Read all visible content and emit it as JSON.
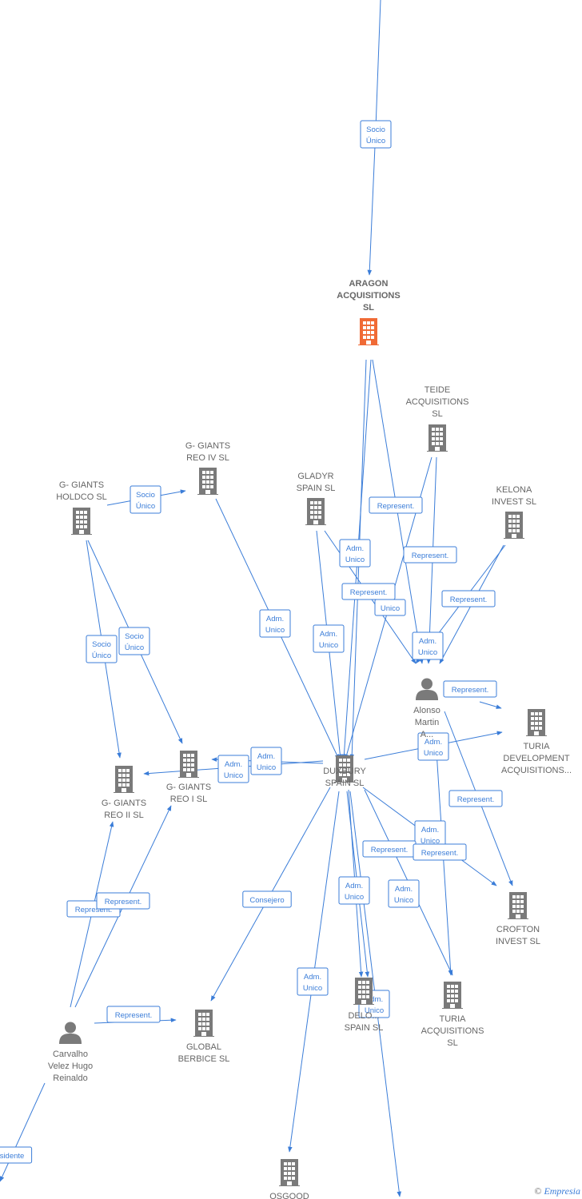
{
  "colors": {
    "edge": "#3b7dd8",
    "company": "#7a7a7a",
    "focus": "#f06a35",
    "person": "#7a7a7a"
  },
  "nodes": [
    {
      "id": "aragon",
      "type": "company",
      "focus": true,
      "label": [
        "ARAGON",
        "ACQUISITIONS",
        "SL"
      ]
    },
    {
      "id": "teide",
      "type": "company",
      "label": [
        "TEIDE",
        "ACQUISITIONS",
        "SL"
      ]
    },
    {
      "id": "kelona",
      "type": "company",
      "label": [
        "KELONA",
        "INVEST SL"
      ]
    },
    {
      "id": "gladyr",
      "type": "company",
      "label": [
        "GLADYR",
        "SPAIN SL"
      ]
    },
    {
      "id": "giants_iv",
      "type": "company",
      "label": [
        "G- GIANTS",
        "REO IV SL"
      ]
    },
    {
      "id": "giants_holdco",
      "type": "company",
      "label": [
        "G- GIANTS",
        "HOLDCO SL"
      ]
    },
    {
      "id": "alonso",
      "type": "person",
      "label": [
        "Alonso",
        "Martin",
        "A..."
      ]
    },
    {
      "id": "turia_dev",
      "type": "company",
      "label": [
        "TURIA",
        "DEVELOPMENT",
        "ACQUISITIONS..."
      ]
    },
    {
      "id": "duxbury",
      "type": "company",
      "label": [
        "DUXBURY",
        "SPAIN SL"
      ]
    },
    {
      "id": "giants_i",
      "type": "company",
      "label": [
        "G- GIANTS",
        "REO I SL"
      ]
    },
    {
      "id": "giants_ii",
      "type": "company",
      "label": [
        "G- GIANTS",
        "REO II SL"
      ]
    },
    {
      "id": "crofton",
      "type": "company",
      "label": [
        "CROFTON",
        "INVEST SL"
      ]
    },
    {
      "id": "turia_acq",
      "type": "company",
      "label": [
        "TURIA",
        "ACQUISITIONS",
        "SL"
      ]
    },
    {
      "id": "delorme",
      "type": "company",
      "label": [
        "DELO...",
        "SPAIN SL"
      ]
    },
    {
      "id": "global",
      "type": "company",
      "label": [
        "GLOBAL",
        "BERBICE SL"
      ]
    },
    {
      "id": "carvalho",
      "type": "person",
      "label": [
        "Carvalho",
        "Velez Hugo",
        "Reinaldo"
      ]
    },
    {
      "id": "osgood",
      "type": "company",
      "label": [
        "OSGOOD"
      ]
    }
  ],
  "edge_labels": [
    {
      "lines": [
        "Socio",
        "Único"
      ]
    },
    {
      "lines": [
        "Socio",
        "Único"
      ]
    },
    {
      "lines": [
        "Represent."
      ]
    },
    {
      "lines": [
        "Adm.",
        "Unico"
      ]
    },
    {
      "lines": [
        "Represent."
      ]
    },
    {
      "lines": [
        "Represent."
      ]
    },
    {
      "lines": [
        "Represent."
      ]
    },
    {
      "lines": [
        "Unico"
      ]
    },
    {
      "lines": [
        "Adm.",
        "Unico"
      ]
    },
    {
      "lines": [
        "Adm.",
        "Unico"
      ]
    },
    {
      "lines": [
        "Adm.",
        "Unico"
      ]
    },
    {
      "lines": [
        "Represent."
      ]
    },
    {
      "lines": [
        "Socio",
        "Único"
      ]
    },
    {
      "lines": [
        "Socio",
        "Único"
      ]
    },
    {
      "lines": [
        "Adm.",
        "Unico"
      ]
    },
    {
      "lines": [
        "Adm.",
        "Unico"
      ]
    },
    {
      "lines": [
        "Adm.",
        "Unico"
      ]
    },
    {
      "lines": [
        "Represent."
      ]
    },
    {
      "lines": [
        "Adm.",
        "Unico"
      ]
    },
    {
      "lines": [
        "Represent."
      ]
    },
    {
      "lines": [
        "Represent."
      ]
    },
    {
      "lines": [
        "Adm.",
        "Unico"
      ]
    },
    {
      "lines": [
        "Adm.",
        "Unico"
      ]
    },
    {
      "lines": [
        "Consejero"
      ]
    },
    {
      "lines": [
        "Represent."
      ]
    },
    {
      "lines": [
        "Represent."
      ]
    },
    {
      "lines": [
        "Adm.",
        "Unico"
      ]
    },
    {
      "lines": [
        "Adm.",
        "Unico"
      ]
    },
    {
      "lines": [
        "Represent."
      ]
    },
    {
      "lines": [
        "sidente"
      ]
    }
  ],
  "watermark": {
    "copyright": "©",
    "brand": "Empresia"
  }
}
